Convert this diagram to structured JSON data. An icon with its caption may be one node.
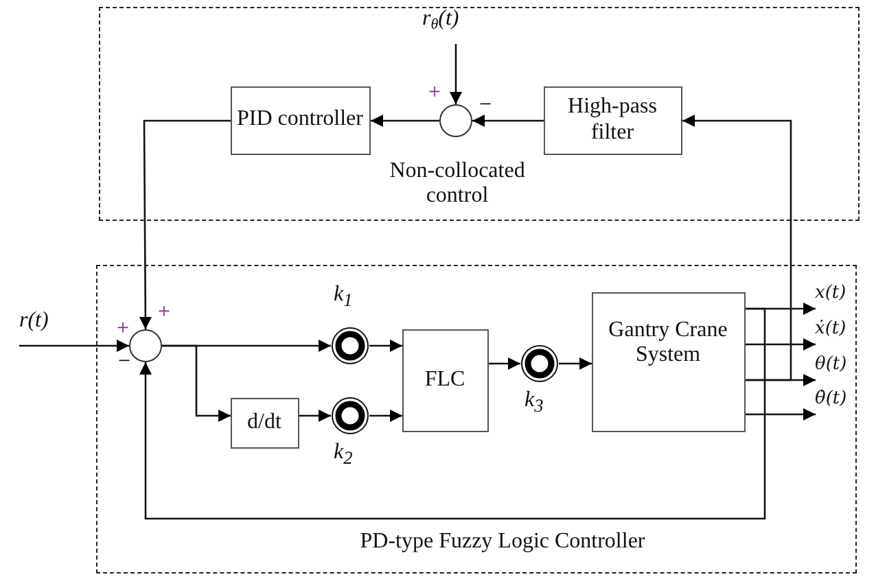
{
  "diagram": {
    "nodes": [
      {
        "text": [
          "Non-collocated control"
        ]
      },
      {
        "text": [
          "PID controller"
        ],
        "in": 0
      },
      {
        "text": [],
        "shape": "circle",
        "in": 0
      },
      {
        "text": [
          "High-pass filter"
        ],
        "in": 0
      },
      {
        "text": [
          "r$_{θ}$(t)"
        ],
        "in": 0
      },
      {
        "text": [
          "PD-type Fuzzy Logic Controller"
        ]
      },
      {
        "text": [],
        "shape": "circle",
        "in": 5
      },
      {
        "text": [
          "r(t)"
        ]
      },
      {
        "text": [],
        "shape": "circle",
        "in": 5,
        "beside": [
          "k$_{1}$"
        ]
      },
      {
        "text": [
          "d/dt"
        ],
        "in": 5
      },
      {
        "text": [],
        "shape": "circle",
        "in": 5,
        "beside": [
          "k$_{2}$"
        ]
      },
      {
        "text": [
          "FLC"
        ],
        "in": 5
      },
      {
        "text": [],
        "shape": "circle",
        "in": 5,
        "beside": [
          "k$_{3}$"
        ]
      },
      {
        "text": [
          "Gantry Crane System"
        ],
        "in": 5
      },
      {
        "text": [
          "x(t)"
        ],
        "in": 5
      },
      {
        "text": [
          "ẋ(t)"
        ],
        "in": 5
      },
      {
        "text": [
          "θ(t)"
        ],
        "in": 5
      },
      {
        "text": [
          "θ̇(t)"
        ],
        "in": 5
      }
    ],
    "edges": [
      {
        "from": 4,
        "to": 2,
        "arrow": "to"
      },
      {
        "from": 3,
        "to": 2,
        "arrow": "to"
      },
      {
        "from": 2,
        "to": 1,
        "arrow": "to"
      },
      {
        "from": 1,
        "to": 6,
        "arrow": "to"
      },
      {
        "from": 7,
        "to": 6,
        "arrow": "to"
      },
      {
        "from": 6,
        "to": 8,
        "arrow": "to"
      },
      {
        "from": 6,
        "to": 9,
        "arrow": "to"
      },
      {
        "from": 9,
        "to": 10,
        "arrow": "to"
      },
      {
        "from": 8,
        "to": 11,
        "arrow": "to"
      },
      {
        "from": 10,
        "to": 11,
        "arrow": "to"
      },
      {
        "from": 11,
        "to": 12,
        "arrow": "to"
      },
      {
        "from": 12,
        "to": 13,
        "arrow": "to"
      },
      {
        "from": 13,
        "to": 14,
        "arrow": "to"
      },
      {
        "from": 13,
        "to": 15,
        "arrow": "to"
      },
      {
        "from": 13,
        "to": 16,
        "arrow": "to"
      },
      {
        "from": 13,
        "to": 17,
        "arrow": "to"
      },
      {
        "from": 13,
        "to": 6,
        "arrow": "to"
      },
      {
        "from": 13,
        "to": 3,
        "arrow": "to"
      }
    ],
    "labels": [
      "+",
      "−",
      "+",
      "+",
      "−"
    ]
  }
}
